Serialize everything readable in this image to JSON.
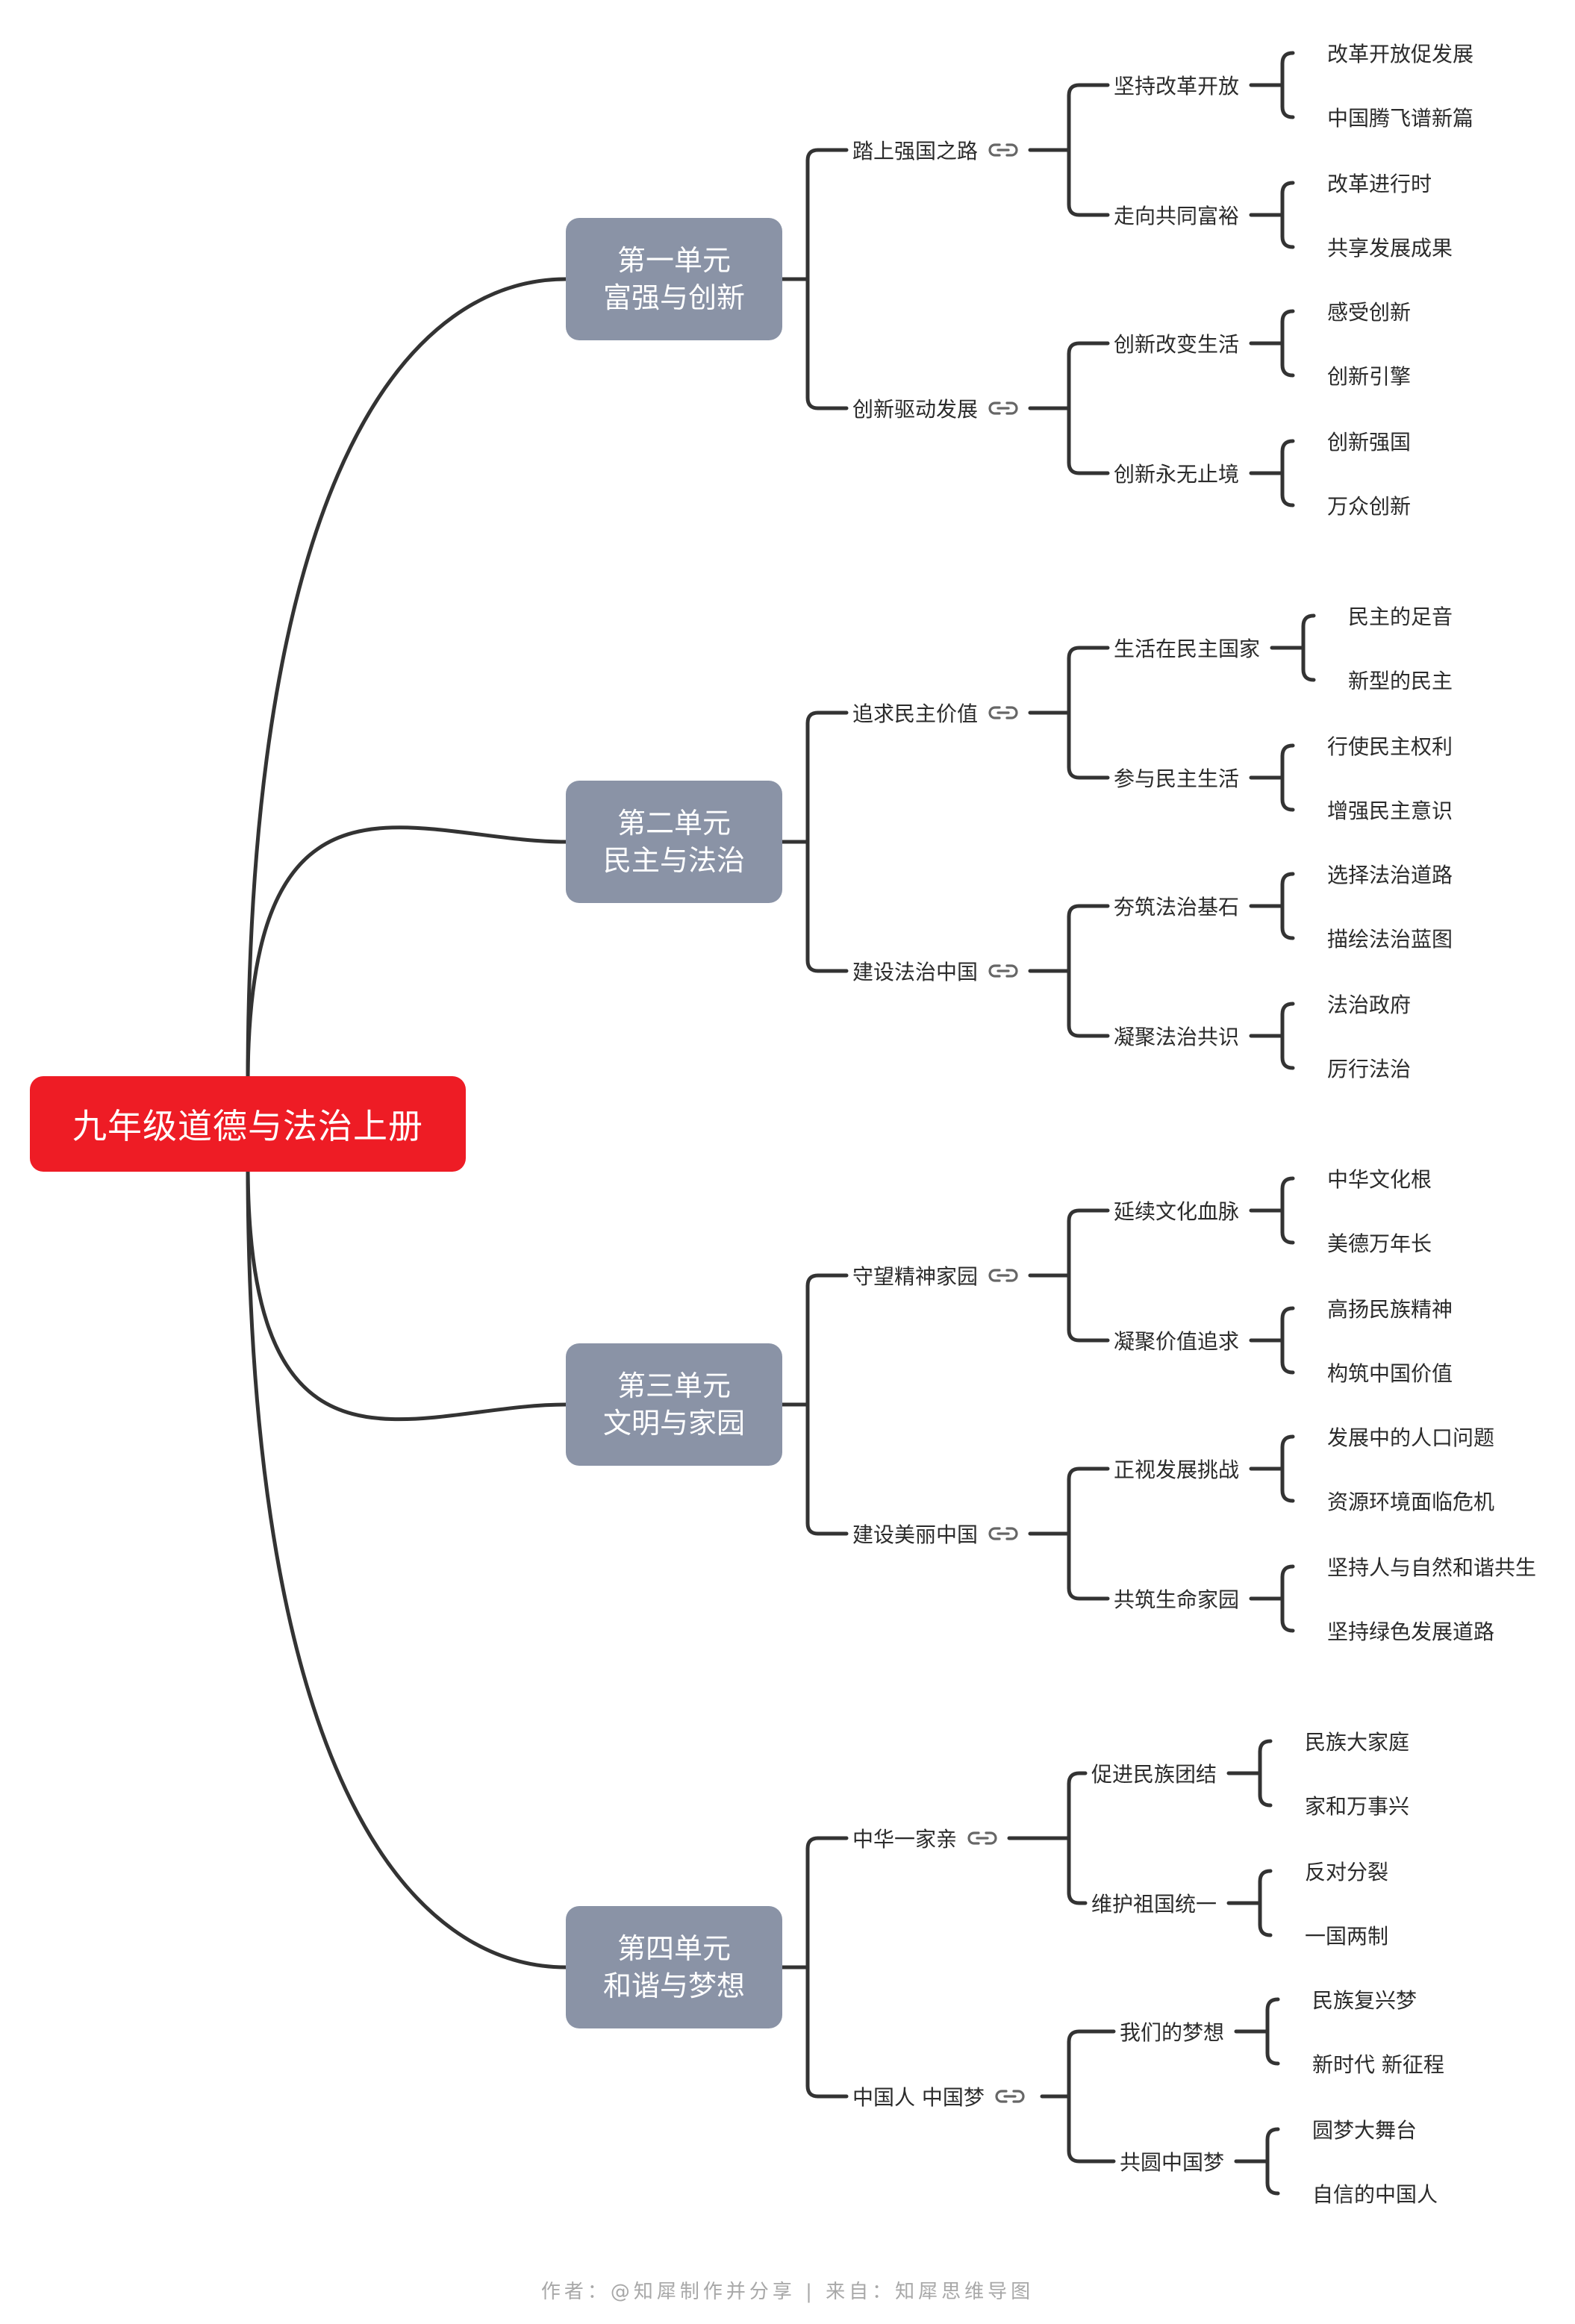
{
  "root": "九年级道德与法治上册",
  "footer": "作者：@知犀制作并分享 | 来自：知犀思维导图",
  "colors": {
    "root_bg": "#ee1c25",
    "unit_bg": "#8a93a6",
    "line": "#333333",
    "text": "#2b2b2b",
    "footer": "#a8a8a8"
  },
  "units": [
    {
      "line1": "第一单元",
      "line2": "富强与创新",
      "topics": [
        {
          "label": "踏上强国之路",
          "icon": "link-icon",
          "subs": [
            {
              "label": "坚持改革开放",
              "items": [
                "改革开放促发展",
                "中国腾飞谱新篇"
              ]
            },
            {
              "label": "走向共同富裕",
              "items": [
                "改革进行时",
                "共享发展成果"
              ]
            }
          ]
        },
        {
          "label": "创新驱动发展",
          "icon": "link-icon",
          "subs": [
            {
              "label": "创新改变生活",
              "items": [
                "感受创新",
                "创新引擎"
              ]
            },
            {
              "label": "创新永无止境",
              "items": [
                "创新强国",
                "万众创新"
              ]
            }
          ]
        }
      ]
    },
    {
      "line1": "第二单元",
      "line2": "民主与法治",
      "topics": [
        {
          "label": "追求民主价值",
          "icon": "link-icon",
          "subs": [
            {
              "label": "生活在民主国家",
              "items": [
                "民主的足音",
                "新型的民主"
              ]
            },
            {
              "label": "参与民主生活",
              "items": [
                "行使民主权利",
                "增强民主意识"
              ]
            }
          ]
        },
        {
          "label": "建设法治中国",
          "icon": "link-icon",
          "subs": [
            {
              "label": "夯筑法治基石",
              "items": [
                "选择法治道路",
                "描绘法治蓝图"
              ]
            },
            {
              "label": "凝聚法治共识",
              "items": [
                "法治政府",
                "厉行法治"
              ]
            }
          ]
        }
      ]
    },
    {
      "line1": "第三单元",
      "line2": "文明与家园",
      "topics": [
        {
          "label": "守望精神家园",
          "icon": "link-icon",
          "subs": [
            {
              "label": "延续文化血脉",
              "items": [
                "中华文化根",
                "美德万年长"
              ]
            },
            {
              "label": "凝聚价值追求",
              "items": [
                "高扬民族精神",
                "构筑中国价值"
              ]
            }
          ]
        },
        {
          "label": "建设美丽中国",
          "icon": "link-icon",
          "subs": [
            {
              "label": "正视发展挑战",
              "items": [
                "发展中的人口问题",
                "资源环境面临危机"
              ]
            },
            {
              "label": "共筑生命家园",
              "items": [
                "坚持人与自然和谐共生",
                "坚持绿色发展道路"
              ]
            }
          ]
        }
      ]
    },
    {
      "line1": "第四单元",
      "line2": "和谐与梦想",
      "topics": [
        {
          "label": "中华一家亲",
          "icon": "link-icon",
          "subs": [
            {
              "label": "促进民族团结",
              "items": [
                "民族大家庭",
                "家和万事兴"
              ]
            },
            {
              "label": "维护祖国统一",
              "items": [
                "反对分裂",
                "一国两制"
              ]
            }
          ]
        },
        {
          "label": "中国人 中国梦",
          "icon": "link-icon",
          "subs": [
            {
              "label": "我们的梦想",
              "items": [
                "民族复兴梦",
                "新时代 新征程"
              ]
            },
            {
              "label": "共圆中国梦",
              "items": [
                "圆梦大舞台",
                "自信的中国人"
              ]
            }
          ]
        }
      ]
    }
  ]
}
